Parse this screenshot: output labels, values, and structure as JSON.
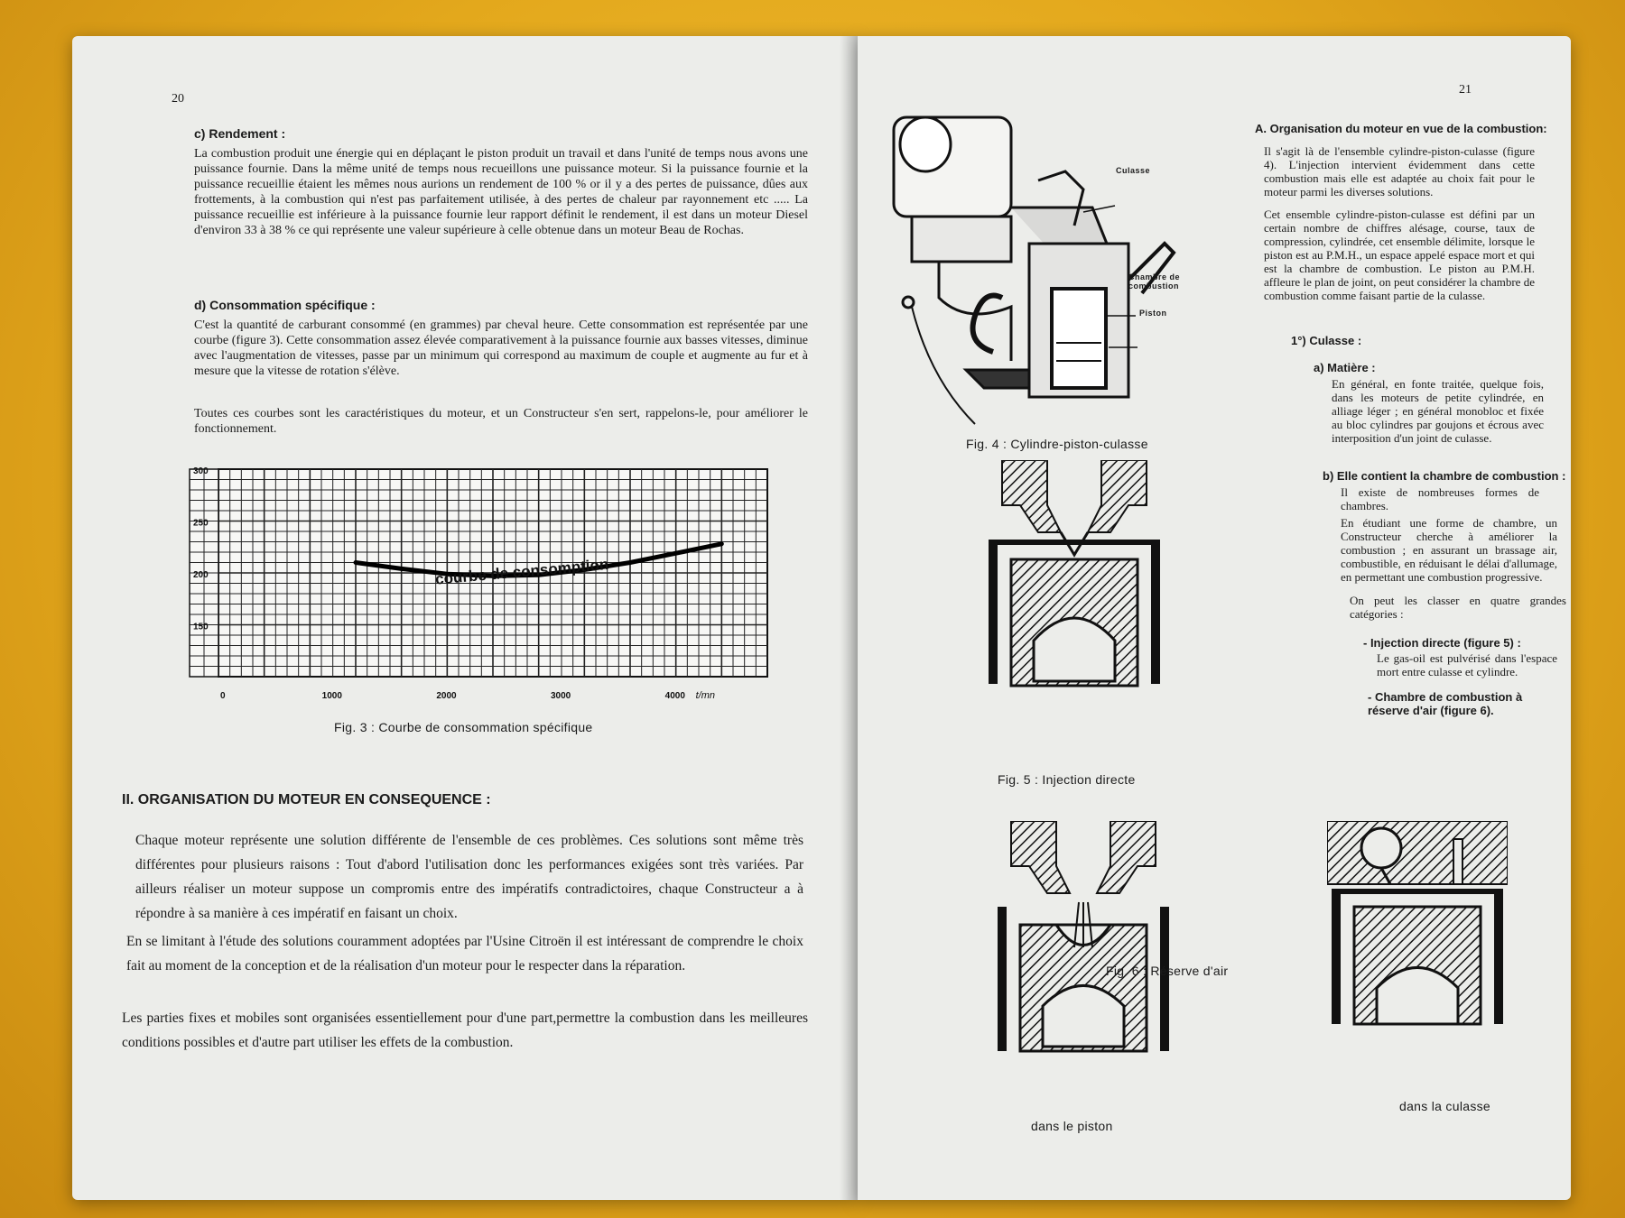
{
  "left_page": {
    "page_number": "20",
    "rendement": {
      "title": "c) Rendement :",
      "text": "La combustion produit une énergie qui en déplaçant le piston produit un travail et dans l'unité de temps nous avons une puissance fournie. Dans la même unité de temps nous recueillons une puissance moteur. Si la puissance fournie et la puissance recueillie étaient les mêmes nous aurions un rendement de 100 % or il y a des pertes de puissance, dûes aux frottements, à la combustion qui n'est pas parfaitement utilisée, à des pertes de chaleur par rayonnement etc ..... La puissance recueillie est inférieure à la puissance fournie leur rapport définit le rendement, il est dans un moteur Diesel d'environ 33 à 38 % ce qui représente une valeur supérieure à celle obtenue dans un moteur Beau de Rochas."
    },
    "consommation": {
      "title": "d) Consommation spécifique :",
      "text": "C'est la quantité de carburant consommé (en grammes) par cheval heure. Cette consommation est représentée par une courbe (figure 3). Cette consommation assez élevée comparativement à la puissance fournie aux basses vitesses, diminue avec l'augmentation de vitesses, passe par un minimum qui correspond au maximum de couple et augmente au fur et à mesure que la vitesse de rotation s'élève.",
      "text2": "Toutes ces courbes sont les caractéristiques du moteur, et un Constructeur s'en sert, rappelons-le, pour améliorer le fonctionnement."
    },
    "figure3_caption": "Fig. 3 : Courbe de consommation spécifique",
    "section2": {
      "title": "II. ORGANISATION DU MOTEUR EN CONSEQUENCE :",
      "p1": "Chaque moteur représente une solution différente de l'ensemble de ces problèmes. Ces solutions sont même très différentes pour plusieurs raisons : Tout d'abord l'utilisation donc les performances exigées sont très variées. Par ailleurs réaliser un moteur suppose un compromis entre des impératifs contradictoires, chaque Constructeur a à répondre à sa manière à ces impératif en faisant un choix.",
      "p2": "En se limitant à l'étude des solutions couramment adoptées par l'Usine Citroën il est intéressant de comprendre le choix fait au moment de la conception et de la réalisation d'un moteur pour le respecter dans la réparation.",
      "p3": "Les parties fixes et mobiles sont organisées essentiellement pour d'une part,permettre la combustion dans les meilleures conditions possibles et d'autre part utiliser les effets de la combustion."
    }
  },
  "chart_data": {
    "type": "line",
    "x_ticks": [
      "0",
      "1000",
      "2000",
      "3000",
      "4000"
    ],
    "x_unit": "t/mn",
    "y_ticks": [
      "150",
      "200",
      "250",
      "300"
    ],
    "xlim": [
      0,
      4800
    ],
    "ylim": [
      100,
      300
    ],
    "grid": true,
    "series": [
      {
        "name": "courbe de consomption",
        "x": [
          1200,
          1600,
          2000,
          2400,
          2800,
          3200,
          3600,
          4000,
          4400
        ],
        "y": [
          210,
          204,
          199,
          197,
          198,
          203,
          210,
          219,
          228
        ]
      }
    ]
  },
  "right_page": {
    "page_number": "21",
    "section_a": {
      "title": "A. Organisation du moteur en vue de la combustion:",
      "p1": "Il s'agit là de l'ensemble cylindre-piston-culasse (figure 4). L'injection intervient évidemment dans cette combustion mais elle est adaptée au choix fait pour le moteur parmi les diverses solutions.",
      "p2": "Cet ensemble cylindre-piston-culasse est défini par un certain nombre de chiffres alésage, course, taux de compression, cylindrée, cet ensemble délimite, lorsque le piston est au P.M.H., un espace appelé espace mort et qui est la chambre de combustion. Le piston au P.M.H. affleure le plan de joint, on peut considérer la chambre de combustion comme faisant partie de la culasse."
    },
    "culasse": {
      "title": "1°) Culasse :",
      "a_title": "a) Matière :",
      "a_text": "En général, en fonte traitée, quelque fois, dans les moteurs de petite cylindrée, en alliage léger ; en général monobloc et fixée au bloc cylindres par goujons et écrous avec interposition d'un joint de culasse.",
      "b_title": "b) Elle contient la chambre de combustion :",
      "b_text1": "Il existe de nombreuses formes de chambres.",
      "b_text2": "En étudiant une forme de chambre, un Constructeur cherche à améliorer la combustion ; en assurant un brassage air, combustible, en réduisant le délai d'allumage, en permettant une combustion progressive.",
      "b_text3": "On peut les classer en quatre grandes catégories :",
      "item1_title": "- Injection directe (figure 5) :",
      "item1_text": "Le gas-oil est pulvérisé dans l'espace mort entre culasse et cylindre.",
      "item2_title": "- Chambre de combustion à réserve d'air (figure 6)."
    },
    "fig4": {
      "caption": "Fig. 4 : Cylindre-piston-culasse",
      "label_culasse": "Culasse",
      "label_chambre_1": "Chambre de",
      "label_chambre_2": "combustion",
      "label_piston": "Piston"
    },
    "fig5_caption": "Fig. 5 : Injection directe",
    "fig6": {
      "caption": "Fig. 6 : Réserve d'air",
      "label_piston": "dans le piston",
      "label_culasse": "dans la culasse"
    }
  }
}
